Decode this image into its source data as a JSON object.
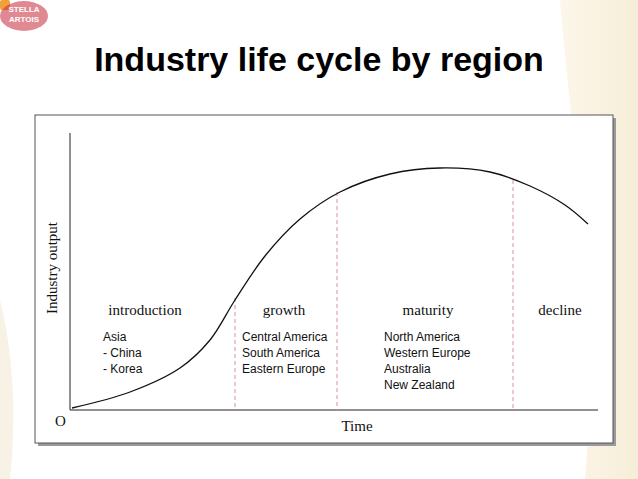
{
  "diagram": {
    "title": "Industry life cycle by region",
    "labels": [
      "STELLA",
      "ARTOIS",
      "Industry output",
      "O",
      "Time",
      "introduction",
      "Asia",
      "- China",
      "- Korea",
      "growth",
      "Central America",
      "South America",
      "Eastern Europe",
      "maturity",
      "North America",
      "Western Europe",
      "Australia",
      "New Zealand",
      "decline"
    ]
  }
}
